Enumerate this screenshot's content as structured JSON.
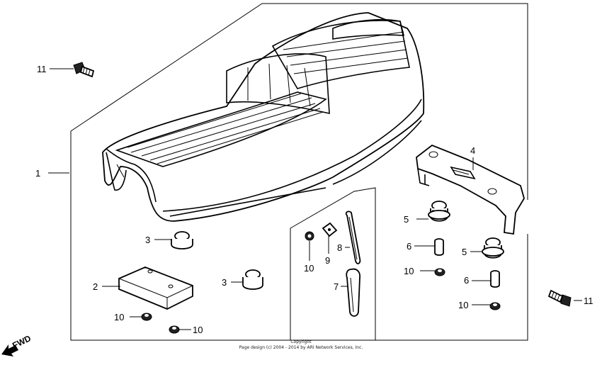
{
  "callouts": {
    "c1": "1",
    "c2": "2",
    "c3a": "3",
    "c3b": "3",
    "c4": "4",
    "c5a": "5",
    "c5b": "5",
    "c6a": "6",
    "c6b": "6",
    "c7": "7",
    "c8": "8",
    "c9": "9",
    "c10a": "10",
    "c10b": "10",
    "c10c": "10",
    "c10d": "10",
    "c10e": "10",
    "c11a": "11",
    "c11b": "11"
  },
  "direction_label": "FWD",
  "copyright": {
    "line1": "Copyright",
    "line2": "Page design (c) 2004 - 2014 by ARI Network Services, Inc."
  }
}
